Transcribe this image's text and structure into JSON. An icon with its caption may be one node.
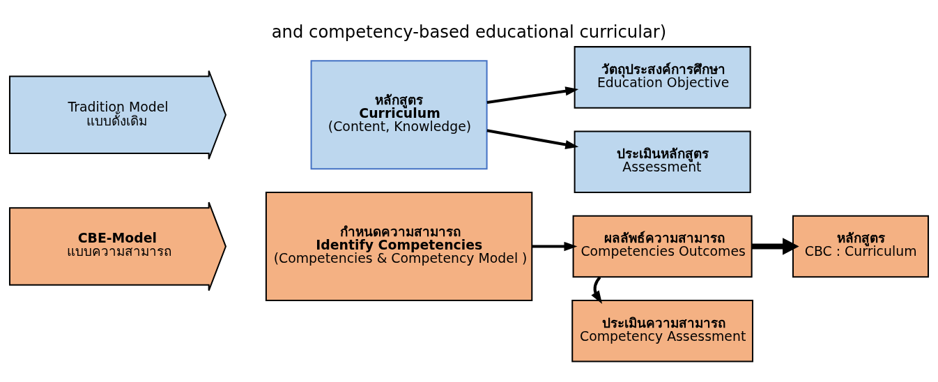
{
  "diagram": {
    "title": "and competency-based educational curricular)",
    "nodes": [
      {
        "text": [
          "Tradition Model",
          "แบบดั้งเดิม"
        ]
      },
      {
        "text": [
          "หลักสูตร",
          "Curriculum",
          "(Content, Knowledge)"
        ]
      },
      {
        "text": [
          "วัตถุประสงค์การศึกษา",
          "Education Objective"
        ]
      },
      {
        "text": [
          "ประเมินหลักสูตร",
          "Assessment"
        ]
      },
      {
        "text": [
          "CBE-Model",
          "แบบความสามารถ"
        ]
      },
      {
        "text": [
          "กำหนดความสามารถ",
          "Identify Competencies",
          "(Competencies & Competency Model )"
        ]
      },
      {
        "text": [
          "ผลลัพธ์ความสามารถ",
          "Competencies Outcomes"
        ]
      },
      {
        "text": [
          "หลักสูตร",
          "CBC : Curriculum"
        ]
      },
      {
        "text": [
          "ประเมินความสามารถ",
          "Competency Assessment"
        ]
      }
    ],
    "edges": [
      {
        "from": 1,
        "to": 2,
        "arrow": "to"
      },
      {
        "from": 1,
        "to": 3,
        "arrow": "to"
      },
      {
        "from": 5,
        "to": 6,
        "arrow": "to"
      },
      {
        "from": 6,
        "to": 7,
        "arrow": "to",
        "style": "thick"
      },
      {
        "from": 6,
        "to": 8,
        "arrow": "to"
      }
    ]
  }
}
